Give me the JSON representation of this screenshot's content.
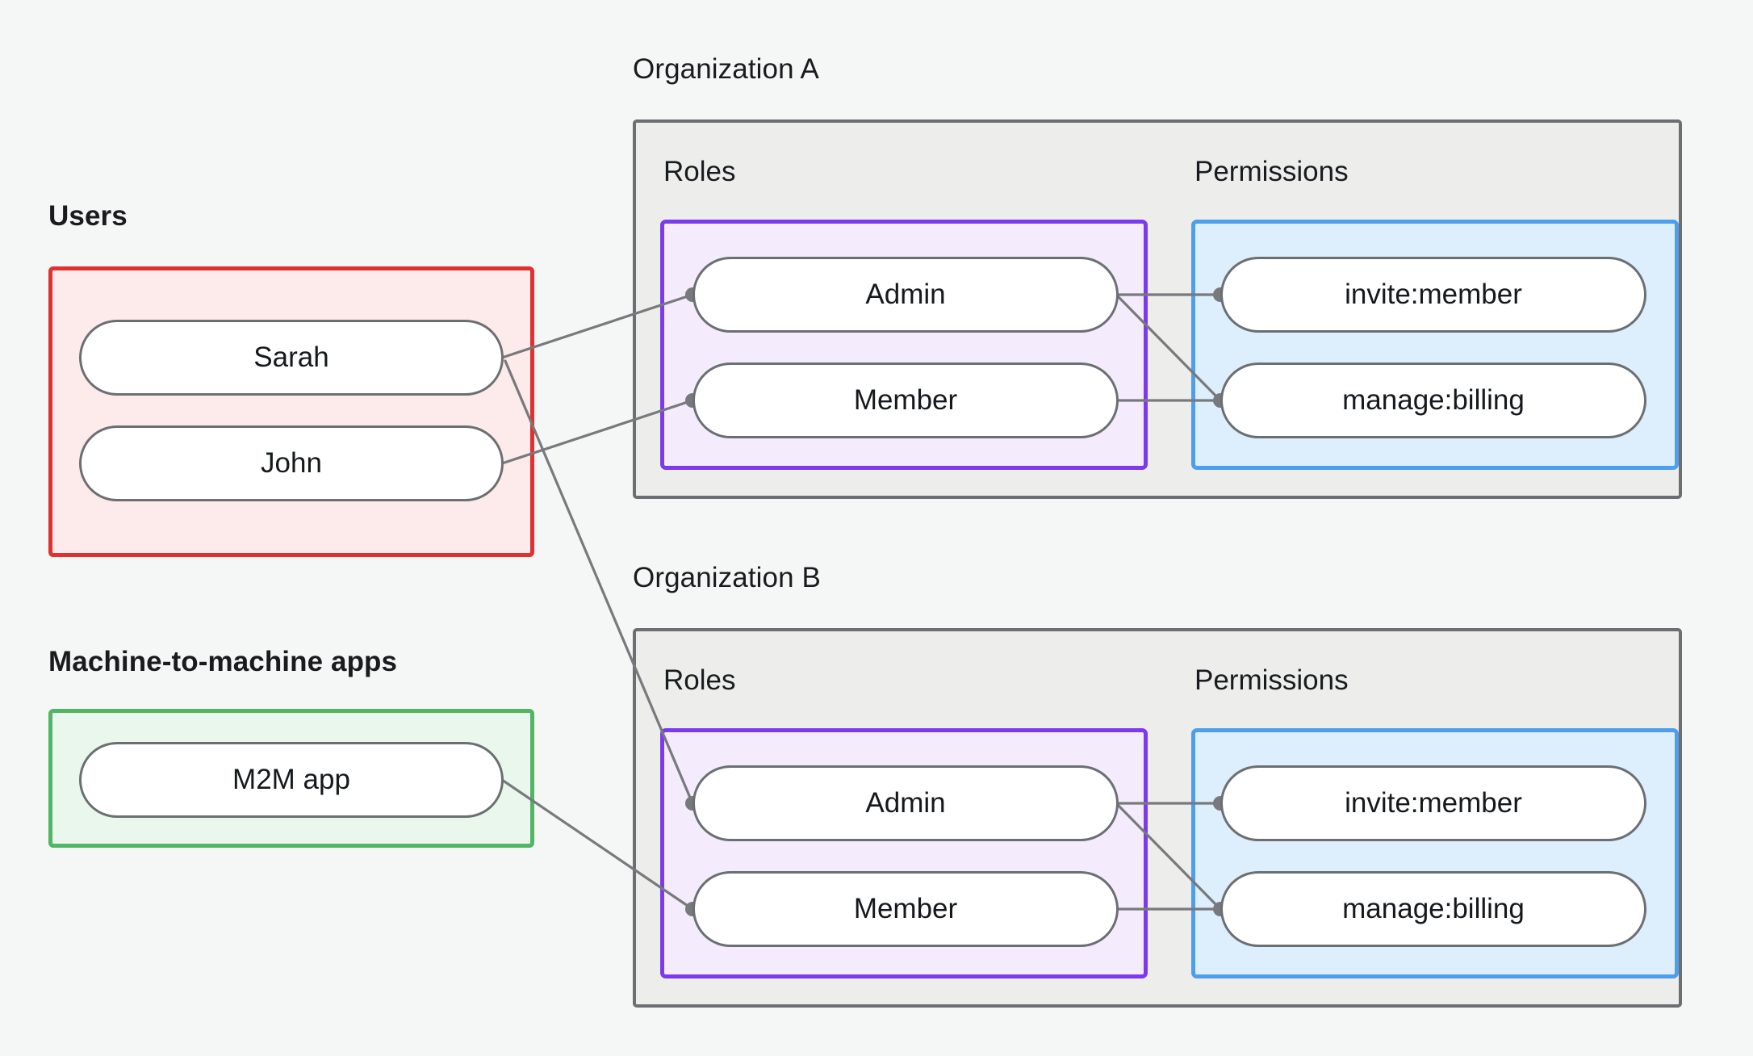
{
  "theme": {
    "background": "#f5f7f6",
    "users_border": "#e03131",
    "users_fill": "#fdeaea",
    "m2m_border": "#51b563",
    "m2m_fill": "#e9f7ec",
    "org_border": "#6b6f72",
    "org_fill": "#ededec",
    "roles_border": "#7c3aed",
    "roles_fill": "#f4ebfd",
    "perms_border": "#4d9fec",
    "perms_fill": "#ddeefc",
    "pill_border": "#6b6f72",
    "pill_fill": "#ffffff",
    "edge_color": "#78797c",
    "text_color": "#191c1f"
  },
  "groups": {
    "users": {
      "label": "Users",
      "nodes": [
        {
          "id": "sarah",
          "label": "Sarah"
        },
        {
          "id": "john",
          "label": "John"
        }
      ]
    },
    "m2m": {
      "label": "Machine-to-machine apps",
      "nodes": [
        {
          "id": "m2m-app",
          "label": "M2M app"
        }
      ]
    }
  },
  "organizations": [
    {
      "id": "org-a",
      "label": "Organization A",
      "roles": {
        "title": "Roles",
        "nodes": [
          {
            "id": "a-admin",
            "label": "Admin"
          },
          {
            "id": "a-member",
            "label": "Member"
          }
        ]
      },
      "permissions": {
        "title": "Permissions",
        "nodes": [
          {
            "id": "a-invite",
            "label": "invite:member"
          },
          {
            "id": "a-billing",
            "label": "manage:billing"
          }
        ]
      }
    },
    {
      "id": "org-b",
      "label": "Organization B",
      "roles": {
        "title": "Roles",
        "nodes": [
          {
            "id": "b-admin",
            "label": "Admin"
          },
          {
            "id": "b-member",
            "label": "Member"
          }
        ]
      },
      "permissions": {
        "title": "Permissions",
        "nodes": [
          {
            "id": "b-invite",
            "label": "invite:member"
          },
          {
            "id": "b-billing",
            "label": "manage:billing"
          }
        ]
      }
    }
  ],
  "edges": [
    {
      "from": "sarah",
      "to": "a-admin"
    },
    {
      "from": "john",
      "to": "a-member"
    },
    {
      "from": "sarah",
      "to": "b-admin"
    },
    {
      "from": "m2m-app",
      "to": "b-member"
    },
    {
      "from": "a-admin",
      "to": "a-invite"
    },
    {
      "from": "a-admin",
      "to": "a-billing"
    },
    {
      "from": "a-member",
      "to": "a-billing"
    },
    {
      "from": "b-admin",
      "to": "b-invite"
    },
    {
      "from": "b-admin",
      "to": "b-billing"
    },
    {
      "from": "b-member",
      "to": "b-billing"
    }
  ]
}
